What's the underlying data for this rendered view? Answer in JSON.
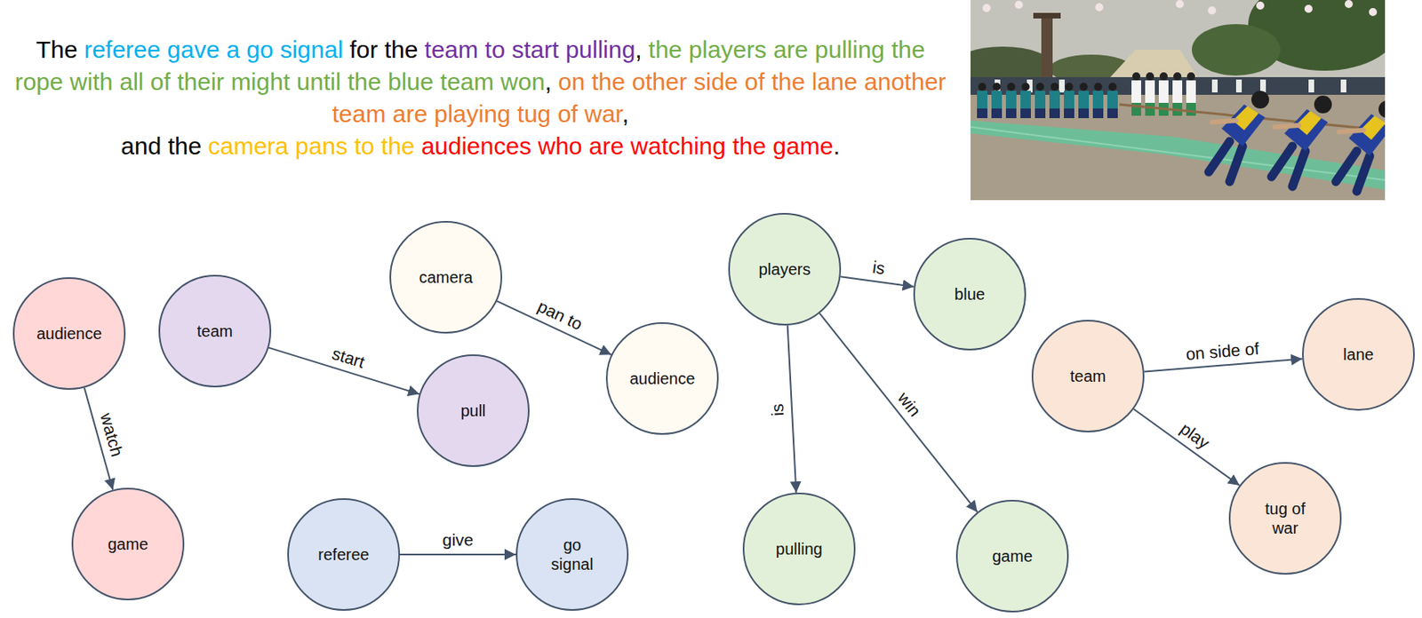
{
  "diagram": {
    "nodes": [
      {
        "text": [
          "referee"
        ]
      },
      {
        "text": [
          "go signal"
        ]
      },
      {
        "text": [
          "team"
        ]
      },
      {
        "text": [
          "pull"
        ]
      },
      {
        "text": [
          "players"
        ]
      },
      {
        "text": [
          "blue"
        ]
      },
      {
        "text": [
          "pulling"
        ]
      },
      {
        "text": [
          "game"
        ]
      },
      {
        "text": [
          "team"
        ]
      },
      {
        "text": [
          "lane"
        ]
      },
      {
        "text": [
          "tug of war"
        ]
      },
      {
        "text": [
          "camera"
        ]
      },
      {
        "text": [
          "audience"
        ]
      },
      {
        "text": [
          "audience"
        ]
      },
      {
        "text": [
          "game"
        ]
      }
    ],
    "edges": [
      {
        "from": 0,
        "to": 1,
        "label": "give",
        "arrow": "to"
      },
      {
        "from": 2,
        "to": 3,
        "label": "start",
        "arrow": "to"
      },
      {
        "from": 4,
        "to": 5,
        "label": "is",
        "arrow": "to"
      },
      {
        "from": 4,
        "to": 6,
        "label": "is",
        "arrow": "to"
      },
      {
        "from": 4,
        "to": 7,
        "label": "win",
        "arrow": "to"
      },
      {
        "from": 8,
        "to": 9,
        "label": "on side of",
        "arrow": "to"
      },
      {
        "from": 8,
        "to": 10,
        "label": "play",
        "arrow": "to"
      },
      {
        "from": 11,
        "to": 12,
        "label": "pan to",
        "arrow": "to"
      },
      {
        "from": 13,
        "to": 14,
        "label": "watch",
        "arrow": "to"
      }
    ],
    "labels": [
      "The",
      "referee gave a go signal",
      "for the",
      "team to start pulling",
      ",",
      "the players are pulling the rope with all of their might until the blue team won",
      ",",
      "on the other side of the lane another team are playing tug of war",
      ",",
      "and the",
      "camera pans to the",
      "audiences who are watching the game",
      "."
    ]
  }
}
